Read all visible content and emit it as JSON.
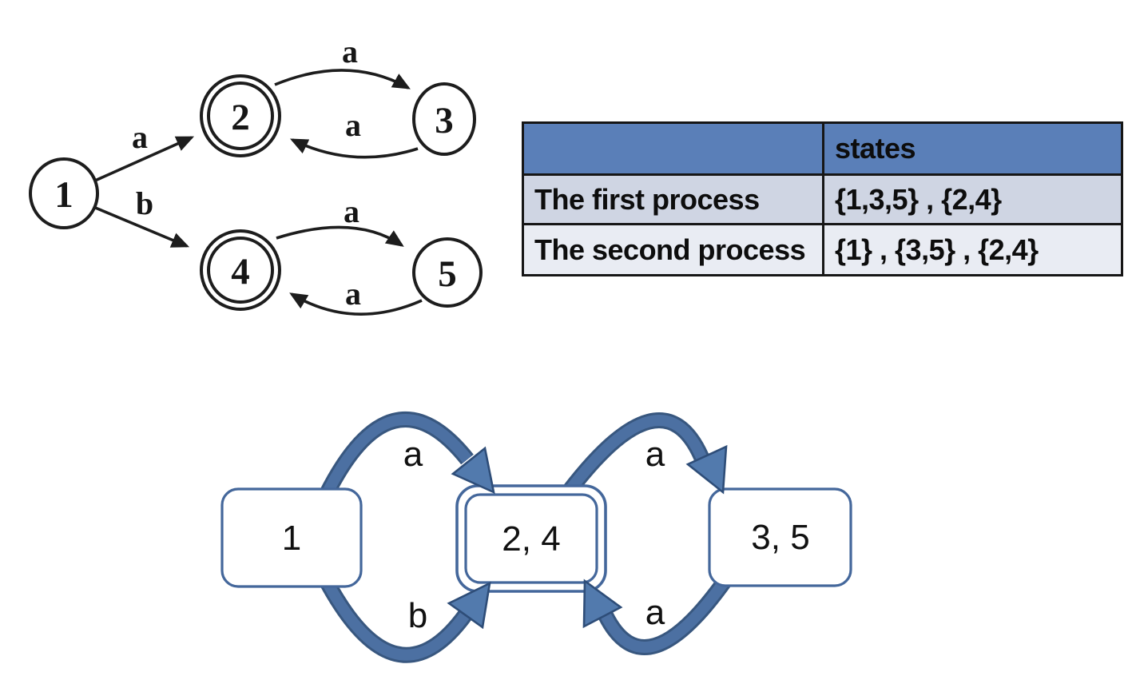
{
  "colors": {
    "ink": "#1d1d1d",
    "table_header_bg": "#5a7fb8",
    "table_row1_bg": "#cfd5e3",
    "table_row2_bg": "#e9ecf3",
    "table_border": "#161616",
    "box_border_blue": "#44679b",
    "arc_main_blue": "#4c70a2",
    "arc_dark_blue": "#38577f",
    "arrowhead_blue": "#527aad",
    "arrowhead_outline": "#2e4d78"
  },
  "nfa": {
    "nodes": [
      {
        "id": "1",
        "label": "1",
        "accepting": false
      },
      {
        "id": "2",
        "label": "2",
        "accepting": true
      },
      {
        "id": "3",
        "label": "3",
        "accepting": false
      },
      {
        "id": "4",
        "label": "4",
        "accepting": true
      },
      {
        "id": "5",
        "label": "5",
        "accepting": false
      }
    ],
    "edges": [
      {
        "from": "1",
        "to": "2",
        "label": "a"
      },
      {
        "from": "1",
        "to": "4",
        "label": "b"
      },
      {
        "from": "2",
        "to": "3",
        "label": "a"
      },
      {
        "from": "3",
        "to": "2",
        "label": "a"
      },
      {
        "from": "4",
        "to": "5",
        "label": "a"
      },
      {
        "from": "5",
        "to": "4",
        "label": "a"
      }
    ]
  },
  "table": {
    "header": {
      "name": "",
      "states": "states"
    },
    "rows": [
      {
        "name": "The first process",
        "states": "{1,3,5} , {2,4}"
      },
      {
        "name": "The second process",
        "states": "{1} , {3,5} , {2,4}"
      }
    ]
  },
  "dfa": {
    "nodes": [
      {
        "id": "1",
        "label": "1",
        "accepting": false
      },
      {
        "id": "24",
        "label": "2, 4",
        "accepting": true
      },
      {
        "id": "35",
        "label": "3, 5",
        "accepting": false
      }
    ],
    "edges": [
      {
        "from": "1",
        "to": "24",
        "label": "a"
      },
      {
        "from": "1",
        "to": "24",
        "label": "b"
      },
      {
        "from": "24",
        "to": "35",
        "label": "a"
      },
      {
        "from": "35",
        "to": "24",
        "label": "a"
      }
    ]
  }
}
